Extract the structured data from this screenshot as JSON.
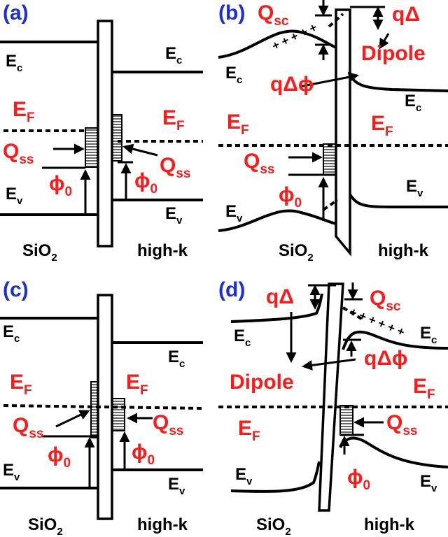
{
  "panels": {
    "a": {
      "tag": "(a)",
      "Ec_left": "E",
      "Ec_right": "E",
      "c_sub": "c",
      "Ev_left": "E",
      "Ev_right": "E",
      "v_sub": "v",
      "EF_left": "E",
      "EF_right": "E",
      "F_sub": "F",
      "Qss_left": "Q",
      "Qss_right": "Q",
      "ss_sub": "ss",
      "phi_left": "ϕ",
      "phi_right": "ϕ",
      "zero_sub": "0",
      "sio2": "SiO",
      "sio2_sub": "2",
      "highk": "high-k"
    },
    "b": {
      "tag": "(b)",
      "Qsc": "Q",
      "sc_sub": "sc",
      "qDelta": "qΔ",
      "dipole": "Dipole",
      "qDphi": "qΔϕ",
      "plus": "+ + + + +",
      "Ec_left": "E",
      "Ec_right": "E",
      "c_sub": "c",
      "EF_left": "E",
      "EF_right": "E",
      "F_sub": "F",
      "Qss": "Q",
      "ss_sub": "ss",
      "phi": "ϕ",
      "zero_sub": "0",
      "Ev_left": "E",
      "Ev_right": "E",
      "v_sub": "v",
      "sio2": "SiO",
      "sio2_sub": "2",
      "highk": "high-k"
    },
    "c": {
      "tag": "(c)",
      "Ec_left": "E",
      "Ec_right": "E",
      "c_sub": "c",
      "EF_left": "E",
      "EF_right": "E",
      "F_sub": "F",
      "Qss_left": "Q",
      "Qss_right": "Q",
      "ss_sub": "ss",
      "phi_left": "ϕ",
      "phi_right": "ϕ",
      "zero_sub": "0",
      "Ev_left": "E",
      "Ev_right": "E",
      "v_sub": "v",
      "sio2": "SiO",
      "sio2_sub": "2",
      "highk": "high-k"
    },
    "d": {
      "tag": "(d)",
      "qDelta": "qΔ",
      "Qsc": "Q",
      "sc_sub": "sc",
      "dipole": "Dipole",
      "qDphi": "qΔϕ",
      "plus": "+ + + + + +",
      "Ec_left": "E",
      "Ec_right": "E",
      "c_sub": "c",
      "EF_left": "E",
      "EF_right": "E",
      "F_sub": "F",
      "Qss": "Q",
      "ss_sub": "ss",
      "phi": "ϕ",
      "zero_sub": "0",
      "Ev_left": "E",
      "Ev_right": "E",
      "v_sub": "v",
      "sio2": "SiO",
      "sio2_sub": "2",
      "highk": "high-k"
    }
  },
  "colors": {
    "label_red": "#ff1a1a",
    "panel_tag_blue": "#1a2fd6"
  }
}
